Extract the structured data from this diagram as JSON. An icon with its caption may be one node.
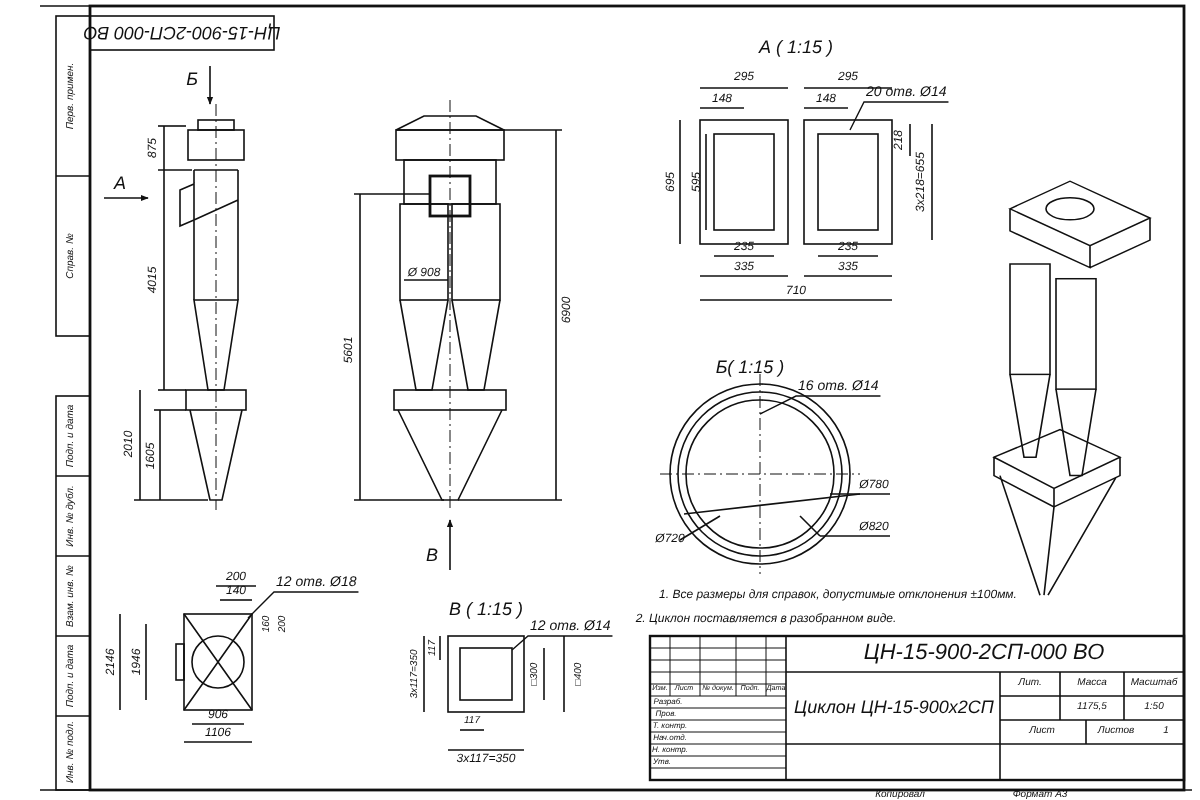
{
  "diagram": {
    "nodes": [
      {
        "text": [
          "20 отв. Ø14"
        ]
      },
      {
        "text": [
          "16 отв. Ø14"
        ]
      },
      {
        "text": [
          "12 отв. Ø18"
        ]
      },
      {
        "text": [
          "12 отв. Ø14"
        ]
      }
    ],
    "edges": [
      {
        "from": 0,
        "to": null,
        "arrow": "none"
      },
      {
        "from": 1,
        "to": null,
        "arrow": "none"
      },
      {
        "from": 2,
        "to": null,
        "arrow": "none"
      },
      {
        "from": 3,
        "to": null,
        "arrow": "none"
      }
    ],
    "labels": [
      "ЦН-15-900-2СП-000 ВО",
      "Перв. примен.",
      "Справ. №",
      "Подп. и дата",
      "Инв. № дубл.",
      "Взам. инв. №",
      "Подп. и дата",
      "Инв. № подл.",
      "Б",
      "А",
      "875",
      "4015",
      "2010",
      "1605",
      "Ø 908",
      "5601",
      "6900",
      "В",
      "А ( 1:15 )",
      "295",
      "295",
      "148",
      "148",
      "218",
      "3х218=655",
      "695",
      "595",
      "235",
      "235",
      "335",
      "335",
      "710",
      "Б( 1:15 )",
      "Ø780",
      "Ø720",
      "Ø820",
      "200",
      "140",
      "160",
      "200",
      "2146",
      "1946",
      "906",
      "1106",
      "В ( 1:15 )",
      "117",
      "3х117=350",
      "□300",
      "□400",
      "117",
      "3х117=350",
      "1. Все размеры для справок, допустимые отклонения ±100мм.",
      "2. Циклон поставляется в разобранном виде.",
      "ЦН-15-900-2СП-000 ВО",
      "Изм.",
      "Лист",
      "№ докум.",
      "Подп.",
      "Дата",
      "Разраб.",
      "Пров.",
      "Т. контр.",
      "Нач.отд.",
      "Н. контр.",
      "Утв.",
      "Циклон ЦН-15-900х2СП",
      "Лит.",
      "Масса",
      "Масштаб",
      "1175,5",
      "1:50",
      "Лист",
      "Листов",
      "1",
      "Копировал",
      "Формат А3"
    ]
  }
}
